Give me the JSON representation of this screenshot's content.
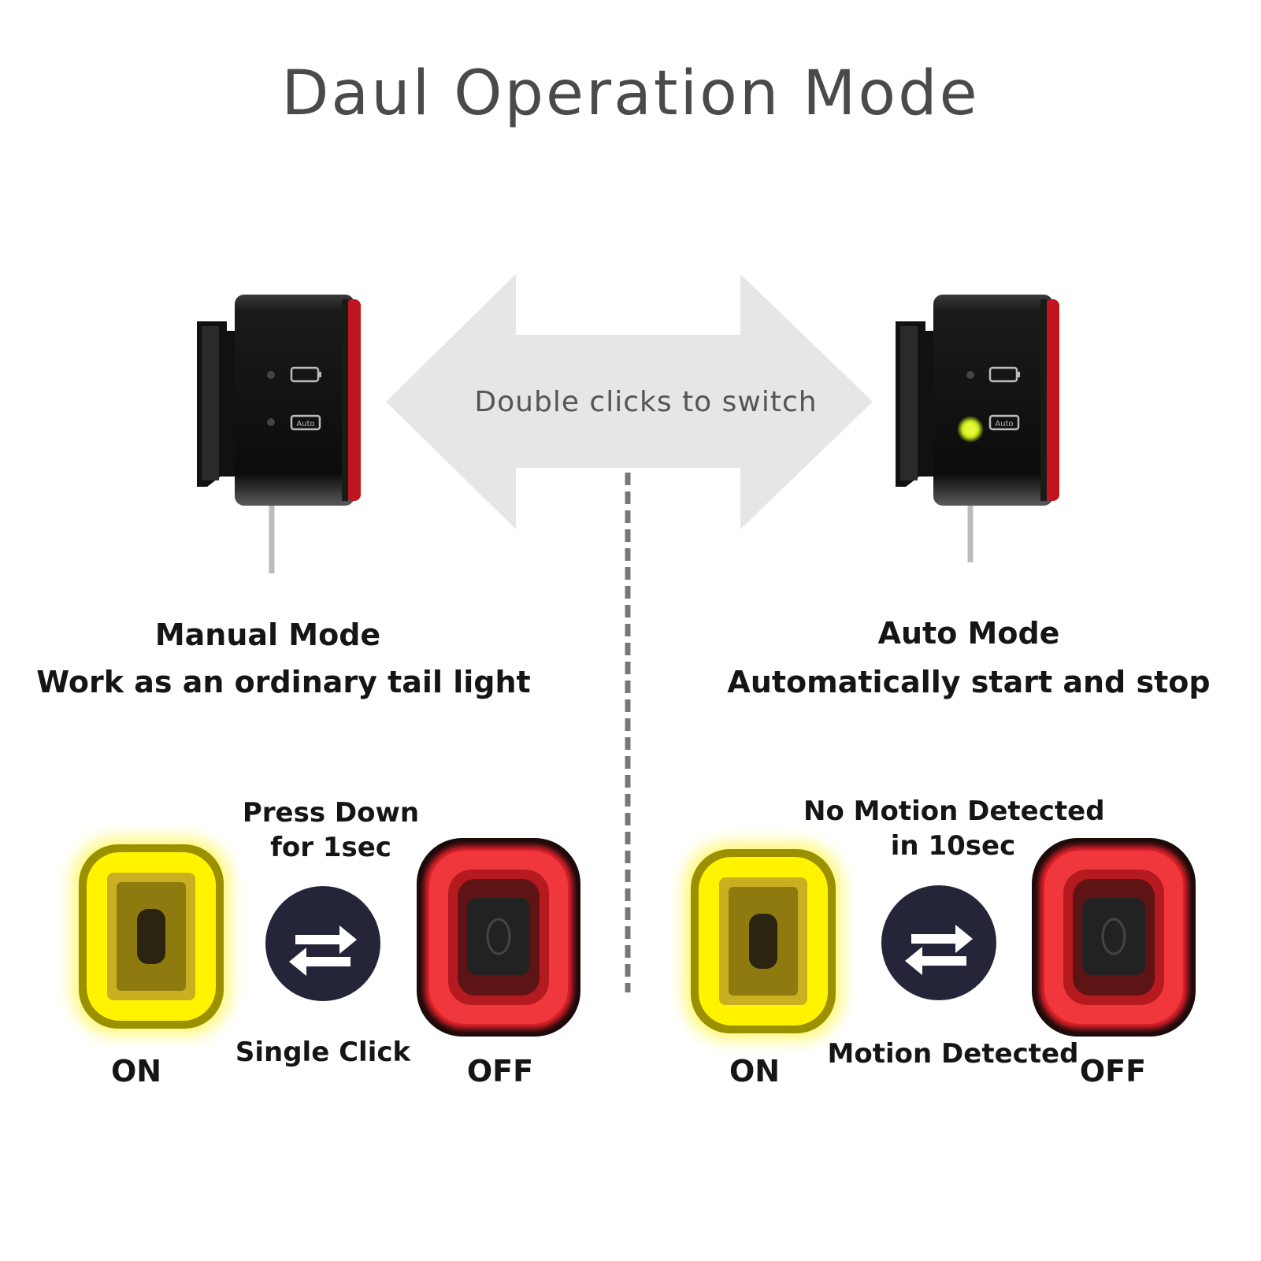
{
  "title": "Daul Operation Mode",
  "switch_arrow": {
    "label": "Double clicks to switch"
  },
  "manual": {
    "title": "Manual Mode",
    "description": "Work as an ordinary tail light",
    "top_label_line1": "Press Down",
    "top_label_line2": "for 1sec",
    "bottom_label": "Single Click",
    "on_label": "ON",
    "off_label": "OFF",
    "indicator_lit": false
  },
  "auto": {
    "title": "Auto Mode",
    "description": "Automatically start and stop",
    "top_label_line1": "No Motion Detected",
    "top_label_line2": "in 10sec",
    "bottom_label": "Motion Detected",
    "on_label": "ON",
    "off_label": "OFF",
    "indicator_lit": true
  },
  "device_panel_badges": {
    "auto_badge": "Auto"
  },
  "colors": {
    "on_glow": "#ffee00",
    "off_red": "#e8202a",
    "auto_indicator": "#d8f020",
    "swap_circle": "#25253a",
    "arrow_fill": "#e6e6e6"
  },
  "icons": [
    "swap-arrows-icon",
    "battery-icon",
    "auto-badge-icon",
    "double-arrow-icon"
  ]
}
